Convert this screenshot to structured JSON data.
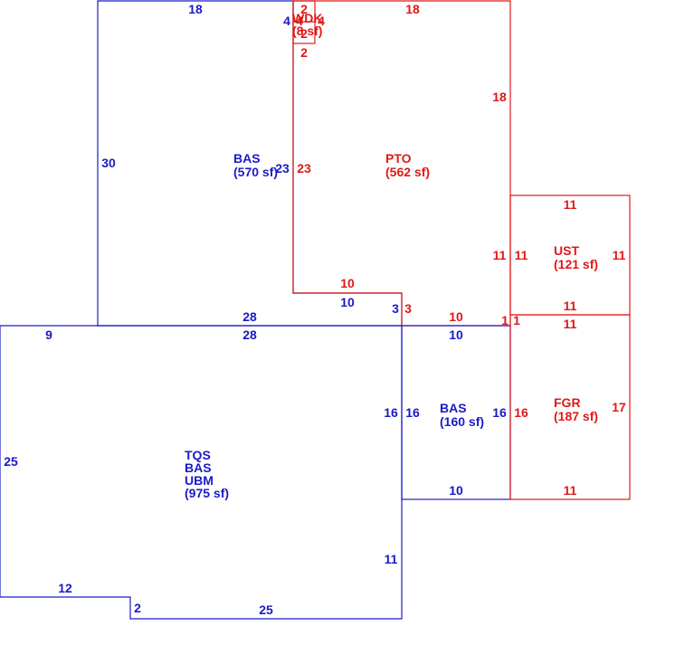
{
  "colors": {
    "living": "#1a1ac8",
    "other": "#e01818",
    "background": "#ffffff"
  },
  "areas": [
    {
      "id": "bas_upper",
      "lines": [
        "BAS",
        "(570 sf)"
      ]
    },
    {
      "id": "pto",
      "lines": [
        "PTO",
        "(562 sf)"
      ]
    },
    {
      "id": "wdk",
      "lines": [
        "WDK",
        "(8 sf)"
      ]
    },
    {
      "id": "ust",
      "lines": [
        "UST",
        "(121 sf)"
      ]
    },
    {
      "id": "bas_small",
      "lines": [
        "BAS",
        "(160 sf)"
      ]
    },
    {
      "id": "fgr",
      "lines": [
        "FGR",
        "(187 sf)"
      ]
    },
    {
      "id": "tqs_bas_ubm",
      "lines": [
        "TQS",
        "BAS",
        "UBM",
        "(975 sf)"
      ]
    }
  ],
  "dimensions": {
    "bas_upper_top": "18",
    "bas_upper_left": "30",
    "bas_upper_right_a": "4",
    "bas_upper_right_b": "23",
    "bas_upper_bottom": "28",
    "bas_upper_notch_bottom": "10",
    "bas_upper_notch_side": "3",
    "pto_top": "18",
    "pto_right": "18",
    "pto_left": "23",
    "pto_notch_top": "10",
    "pto_notch_side": "3",
    "pto_bottom": "10",
    "pto_bottom_right": "1",
    "wdk_top": "2",
    "wdk_bottom": "2",
    "wdk_left": "4",
    "wdk_right": "4",
    "wdk_inner": "2",
    "ust_top": "11",
    "ust_bottom": "11",
    "ust_left_a": "11",
    "ust_left_b": "11",
    "ust_right": "11",
    "ust_corner": "1",
    "main_top_left": "9",
    "main_top": "28",
    "main_left": "25",
    "main_right_upper": "16",
    "main_right_lower": "11",
    "main_bottom_left": "12",
    "main_step": "2",
    "main_bottom": "25",
    "bas_small_top": "10",
    "bas_small_left": "16",
    "bas_small_right": "16",
    "bas_small_bottom": "10",
    "fgr_top": "11",
    "fgr_left": "16",
    "fgr_right": "17",
    "fgr_bottom": "11"
  }
}
